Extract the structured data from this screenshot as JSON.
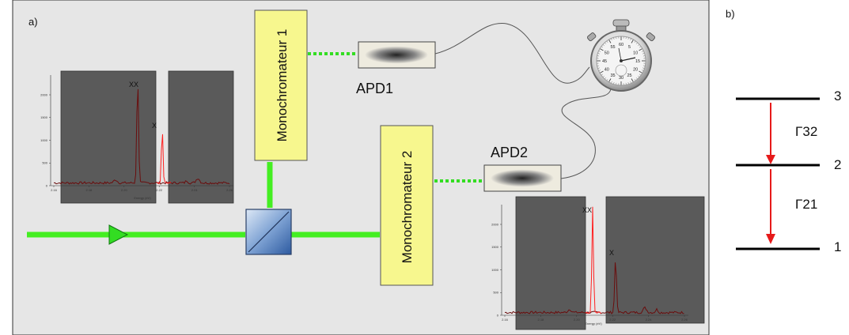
{
  "panel_a": {
    "label": "a)",
    "monochromator_1": "Monochromateur 1",
    "monochromator_2": "Monochromateur 2",
    "apd_1": "APD1",
    "apd_2": "APD2",
    "spectrum_1": {
      "peak_labels": [
        "XX",
        "X"
      ],
      "y_ticks": [
        "2000",
        "1500",
        "1000",
        "500",
        "0"
      ],
      "x_ticks": [
        "2.16",
        "2.18",
        "2.20",
        "2.22",
        "2.24",
        "2.26"
      ],
      "x_axis_label": "Energy (eV)"
    },
    "spectrum_2": {
      "peak_labels": [
        "XX",
        "X"
      ],
      "y_ticks": [
        "2000",
        "1500",
        "1000",
        "500",
        "0"
      ],
      "x_ticks": [
        "2.16",
        "2.18",
        "2.20",
        "2.22",
        "2.24",
        "2.26"
      ],
      "x_axis_label": "Energy (eV)"
    },
    "colors": {
      "laser": "#44ee22",
      "monochromator_fill": "#f7f78e",
      "panel_bg": "#e6e6e6",
      "spectrum_bg": "#5a5a5a",
      "trace_dark": "#6a0d0d",
      "trace_bright": "#ff2020"
    },
    "stopwatch_dial_numbers": [
      "60",
      "5",
      "10",
      "15",
      "20",
      "25",
      "30",
      "35",
      "40",
      "45",
      "50",
      "55"
    ]
  },
  "panel_b": {
    "label": "b)",
    "levels": [
      "3",
      "2",
      "1"
    ],
    "rates": [
      "Γ32",
      "Γ21"
    ],
    "arrow_color": "#e61a1a"
  }
}
